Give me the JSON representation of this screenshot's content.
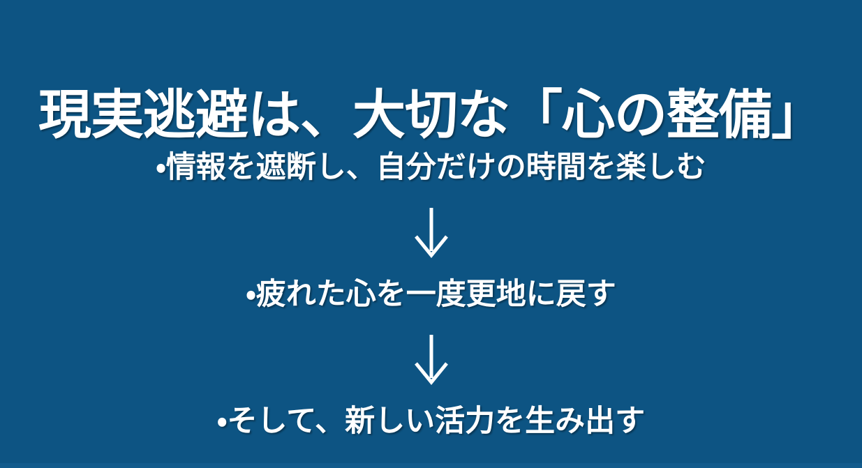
{
  "slide": {
    "background_color": "#0d5483",
    "text_color": "#ffffff",
    "title": "現実逃避は、大切な「心の整備」",
    "flow": {
      "steps": [
        {
          "text": "・情報を遮断し、自分だけの時間を楽しむ"
        },
        {
          "text": "・疲れた心を一度更地に戻す"
        },
        {
          "text": "・そして、新しい活力を生み出す"
        }
      ],
      "connectors": [
        {
          "icon": "down-arrow-icon",
          "glyph": "↓"
        },
        {
          "icon": "down-arrow-icon",
          "glyph": "↓"
        }
      ]
    }
  }
}
